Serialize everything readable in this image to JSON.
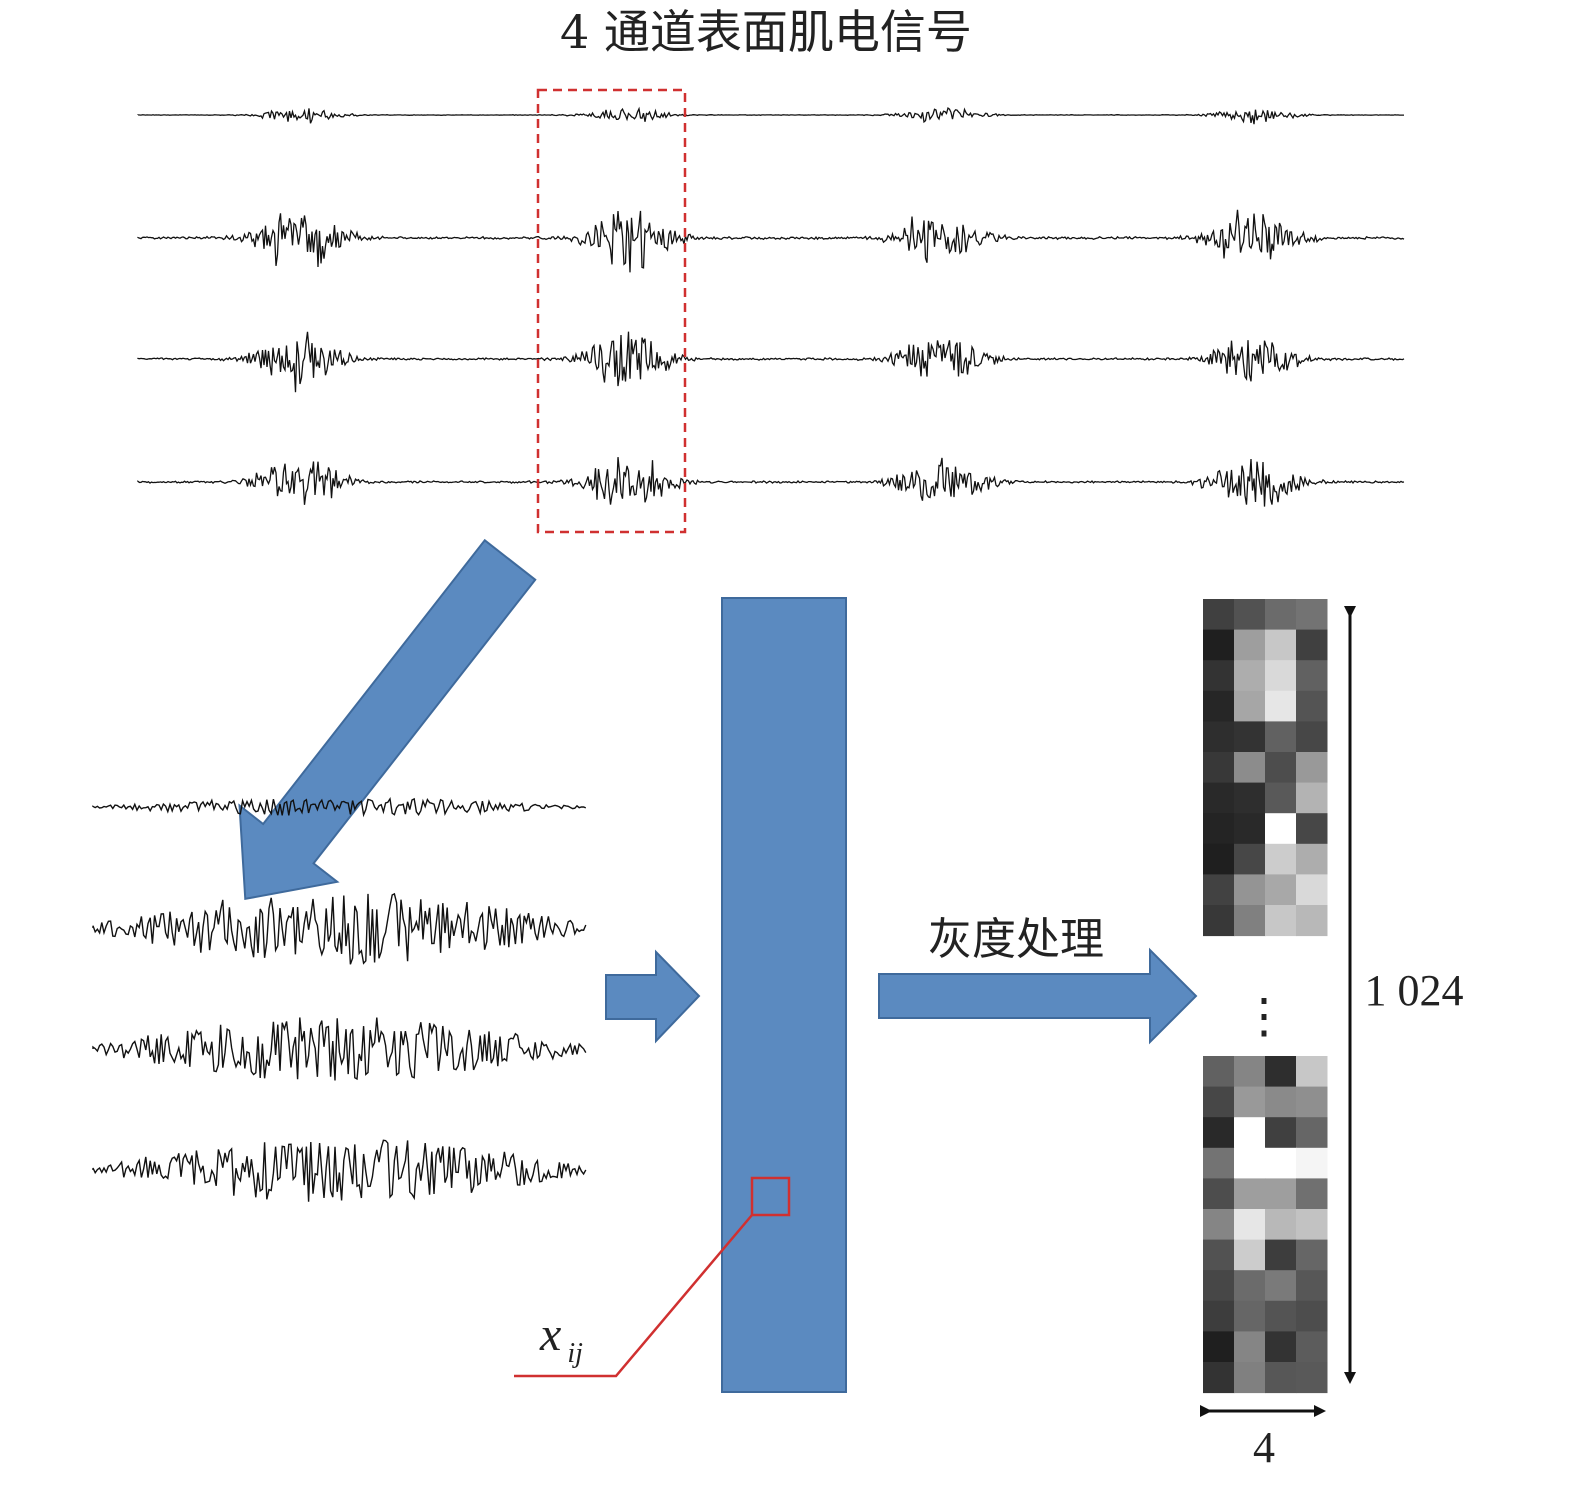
{
  "title": "4 通道表面肌电信号",
  "process_label": "灰度处理",
  "dim_height_label": "1 024",
  "dim_width_label": "4",
  "element_symbol": "x",
  "element_subscript": "ij",
  "ellipsis": "⋮",
  "colors": {
    "arrow_fill": "#5b8ac0",
    "arrow_stroke": "#3f6a9c",
    "highlight_red": "#d03030",
    "signal": "#111111"
  },
  "grayscale_blocks": {
    "top_block": [
      [
        0.25,
        0.32,
        0.42,
        0.45
      ],
      [
        0.12,
        0.62,
        0.78,
        0.25
      ],
      [
        0.2,
        0.68,
        0.85,
        0.38
      ],
      [
        0.15,
        0.65,
        0.9,
        0.33
      ],
      [
        0.18,
        0.2,
        0.38,
        0.28
      ],
      [
        0.22,
        0.55,
        0.3,
        0.6
      ],
      [
        0.16,
        0.18,
        0.35,
        0.7
      ],
      [
        0.14,
        0.16,
        1.0,
        0.28
      ],
      [
        0.12,
        0.28,
        0.8,
        0.68
      ],
      [
        0.26,
        0.58,
        0.66,
        0.85
      ],
      [
        0.22,
        0.5,
        0.78,
        0.72
      ]
    ],
    "bottom_block": [
      [
        0.38,
        0.52,
        0.18,
        0.78
      ],
      [
        0.28,
        0.6,
        0.54,
        0.56
      ],
      [
        0.16,
        1.0,
        0.25,
        0.4
      ],
      [
        0.45,
        1.0,
        1.0,
        0.96
      ],
      [
        0.3,
        0.62,
        0.62,
        0.44
      ],
      [
        0.52,
        0.9,
        0.72,
        0.76
      ],
      [
        0.32,
        0.8,
        0.24,
        0.4
      ],
      [
        0.28,
        0.42,
        0.48,
        0.34
      ],
      [
        0.24,
        0.4,
        0.33,
        0.3
      ],
      [
        0.12,
        0.52,
        0.2,
        0.36
      ],
      [
        0.2,
        0.5,
        0.34,
        0.35
      ]
    ]
  }
}
